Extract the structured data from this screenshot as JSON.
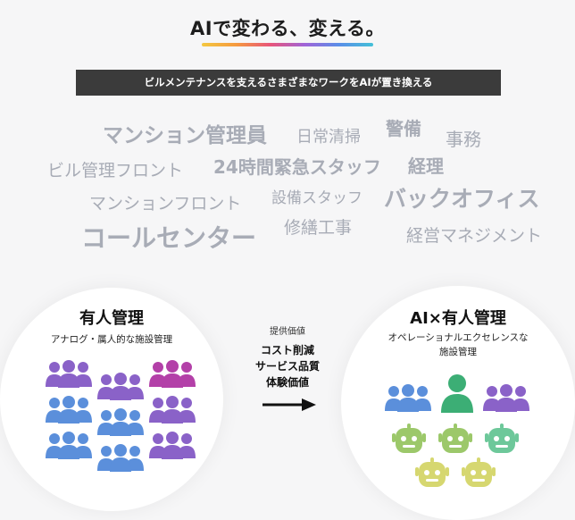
{
  "title": "AIで変わる、変える。",
  "banner": "ビルメンテナンスを支えるさまざまなワークをAIが置き換える",
  "jobs": [
    "マンション管理員",
    "日常清掃",
    "警備",
    "事務",
    "ビル管理フロント",
    "24時間緊急スタッフ",
    "経理",
    "マンションフロント",
    "設備スタッフ",
    "バックオフィス",
    "コールセンター",
    "修繕工事",
    "経営マネジメント"
  ],
  "left_panel": {
    "title": "有人管理",
    "subtitle": "アナログ・属人的な施設管理"
  },
  "middle": {
    "label": "提供価値",
    "lines": [
      "コスト削減",
      "サービス品質",
      "体験価値"
    ]
  },
  "right_panel": {
    "title": "AI×有人管理",
    "subtitle_lines": [
      "オペレーショナルエクセレンスな",
      "施設管理"
    ]
  },
  "colors": {
    "blue": "#5b8fdb",
    "purple": "#8a62c8",
    "magenta": "#b340a8",
    "green": "#3cae75",
    "bot_green": "#9cc86a",
    "bot_yellow": "#d6d770",
    "bot_teal": "#6dc89a"
  }
}
